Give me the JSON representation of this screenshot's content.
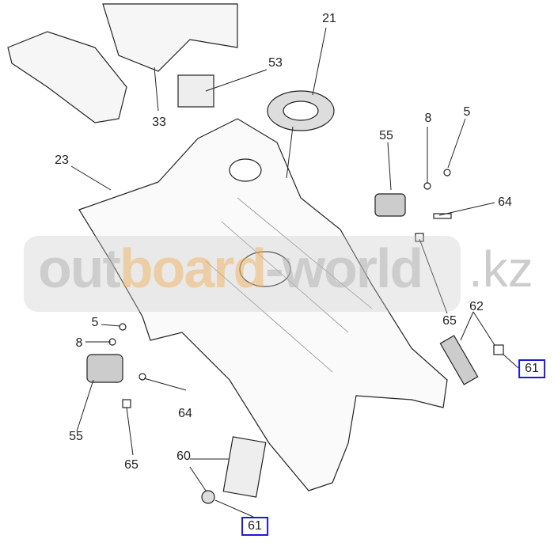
{
  "watermark": {
    "part1": "out",
    "part2": "board",
    "part3": "-world",
    "tld": ".kz"
  },
  "colors": {
    "line": "#222222",
    "link_box": "#1a1ad6",
    "watermark": "#bbbbbb",
    "watermark_accent": "#f0aa50"
  },
  "callouts": [
    {
      "id": "21",
      "label": "21"
    },
    {
      "id": "53",
      "label": "53"
    },
    {
      "id": "33",
      "label": "33"
    },
    {
      "id": "23",
      "label": "23"
    },
    {
      "id": "8a",
      "label": "8"
    },
    {
      "id": "5a",
      "label": "5"
    },
    {
      "id": "55a",
      "label": "55"
    },
    {
      "id": "64a",
      "label": "64"
    },
    {
      "id": "65a",
      "label": "65"
    },
    {
      "id": "62",
      "label": "62"
    },
    {
      "id": "61a",
      "label": "61"
    },
    {
      "id": "5b",
      "label": "5"
    },
    {
      "id": "8b",
      "label": "8"
    },
    {
      "id": "55b",
      "label": "55"
    },
    {
      "id": "64b",
      "label": "64"
    },
    {
      "id": "65b",
      "label": "65"
    },
    {
      "id": "60",
      "label": "60"
    },
    {
      "id": "61b",
      "label": "61"
    }
  ]
}
